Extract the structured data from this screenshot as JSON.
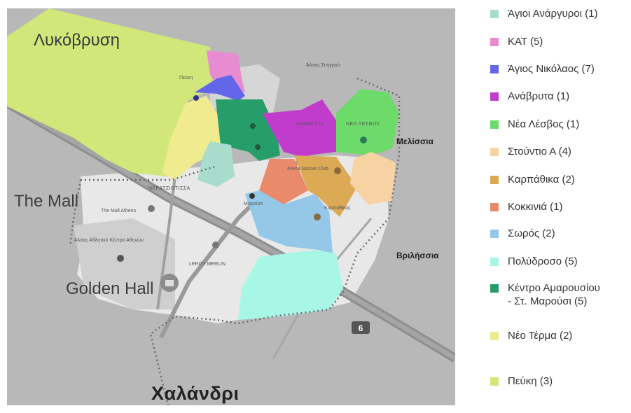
{
  "map": {
    "place_labels": {
      "lykovrysi": "Λυκόβρυση",
      "the_mall": "The Mall",
      "golden_hall": "Golden Hall",
      "chalandri": "Χαλάνδρι",
      "melissia": "Μελίσσια",
      "vrilissia": "Βριλήσσια",
      "neratziotissa": "ΝΕΡΑΤΖΙΩΤΙΣΣΑ",
      "anavryta_map": "ΑΝΑΒΡΥΤΑ",
      "nea_lesvos_map": "ΝΕΑ ΛΕΣΒΟΣ",
      "peuki_map": "Πεύκη",
      "mall_athens": "The Mall Athens",
      "maroussi_station": "Μαρούσι",
      "leroy_merlin": "LEROY MERLIN",
      "karpathikos_map": "Καρπαθικος",
      "arena": "Arena Soccer Club",
      "alsos": "Άλσος Συγγρού",
      "alsouliko": "Άλσος Αθλητικό Κέντρο Αθηνών"
    },
    "highway_shield": "6"
  },
  "legend": {
    "items": [
      {
        "label": "Άγιοι Ανάργυροι (1)",
        "color": "#a8dccd"
      },
      {
        "label": "ΚΑΤ (5)",
        "color": "#e78cd0"
      },
      {
        "label": "Άγιος Νικόλαος (7)",
        "color": "#6466ea"
      },
      {
        "label": "Ανάβρυτα (1)",
        "color": "#c13ccd"
      },
      {
        "label": "Νέα Λέσβος (1)",
        "color": "#6ddb6a"
      },
      {
        "label": "Στούντιο Α (4)",
        "color": "#f7d3a3"
      },
      {
        "label": "Καρπάθικα (2)",
        "color": "#dcaa55"
      },
      {
        "label": "Κοκκινιά (1)",
        "color": "#e98a6c"
      },
      {
        "label": "Σωρός (2)",
        "color": "#94c7e8"
      },
      {
        "label": "Πολύδροσο (5)",
        "color": "#a8f7e6"
      },
      {
        "label": "Κέντρο Αμαρουσίου\n- Στ. Μαρούσι (5)",
        "color": "#279e6a"
      },
      {
        "label": "Νέο Τέρμα (2)",
        "color": "#f0eb8f"
      },
      {
        "label": "Πεύκη (3)",
        "color": "#d1e779"
      }
    ]
  }
}
